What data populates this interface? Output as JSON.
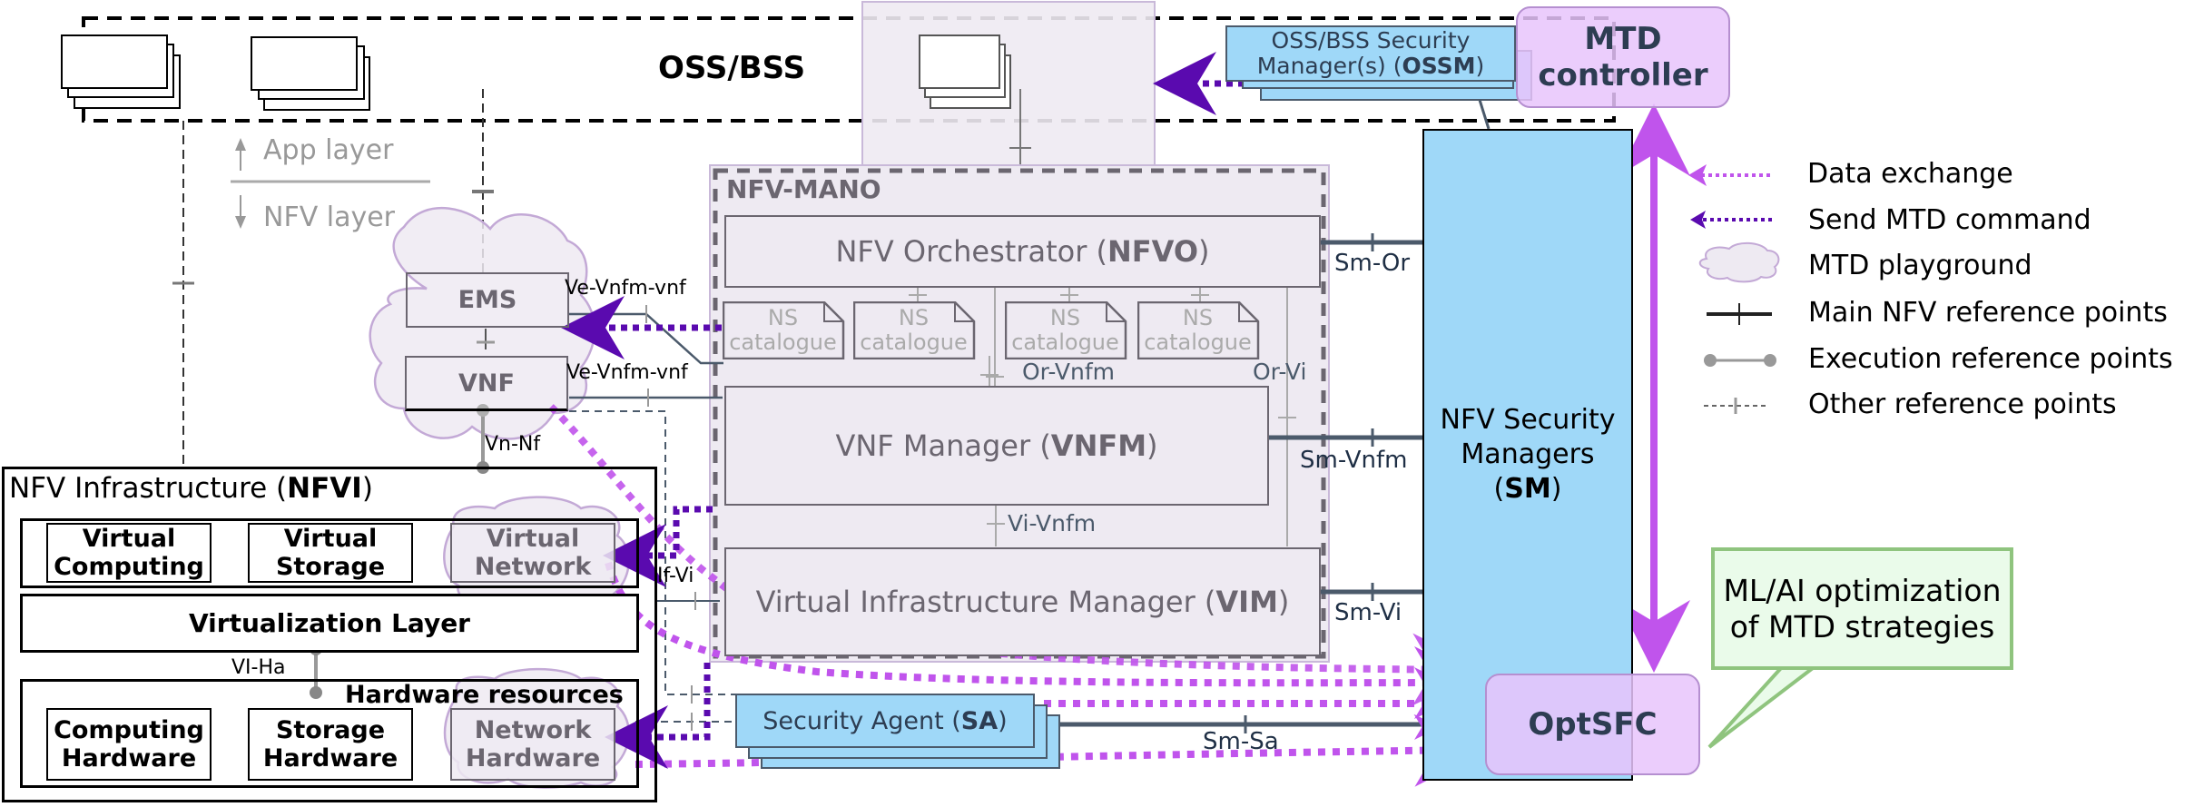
{
  "oss_bss": {
    "title": "OSS/BSS",
    "app_layer_label": "App layer",
    "nfv_layer_label": "NFV layer"
  },
  "ossm": {
    "line1": "OSS/BSS Security",
    "line2_prefix": "Manager(s) (",
    "line2_bold": "OSSM",
    "line2_suffix": ")"
  },
  "mtd_controller": {
    "line1": "MTD",
    "line2": "controller"
  },
  "mano": {
    "title": "NFV-MANO",
    "nfvo_prefix": "NFV Orchestrator (",
    "nfvo_bold": "NFVO",
    "nfvo_suffix": ")",
    "catalogues": [
      {
        "line1": "NS",
        "line2": "catalogue"
      },
      {
        "line1": "NS",
        "line2": "catalogue"
      },
      {
        "line1": "NS",
        "line2": "catalogue"
      },
      {
        "line1": "NS",
        "line2": "catalogue"
      }
    ],
    "vnfm_prefix": "VNF Manager (",
    "vnfm_bold": "VNFM",
    "vnfm_suffix": ")",
    "vim_prefix": "Virtual Infrastructure Manager (",
    "vim_bold": "VIM",
    "vim_suffix": ")"
  },
  "ems": "EMS",
  "vnf": "VNF",
  "reference_points": {
    "ve_vnfm_vnf_1": "Ve-Vnfm-vnf",
    "ve_vnfm_vnf_2": "Ve-Vnfm-vnf",
    "or_vnfm": "Or-Vnfm",
    "or_vi": "Or-Vi",
    "vi_vnfm": "Vi-Vnfm",
    "vn_nf": "Vn-Nf",
    "if_vi": "If-Vi",
    "vi_ha": "VI-Ha",
    "sm_or": "Sm-Or",
    "sm_vnfm": "Sm-Vnfm",
    "sm_vi": "Sm-Vi",
    "sm_sa": "Sm-Sa"
  },
  "nfvi": {
    "title_prefix": "NFV Infrastructure (",
    "title_bold": "NFVI",
    "title_suffix": ")",
    "virtual_computing": [
      "Virtual",
      "Computing"
    ],
    "virtual_storage": [
      "Virtual",
      "Storage"
    ],
    "virtual_network": [
      "Virtual",
      "Network"
    ],
    "virtualization_layer": "Virtualization Layer",
    "hardware_resources": "Hardware resources",
    "computing_hardware": [
      "Computing",
      "Hardware"
    ],
    "storage_hardware": [
      "Storage",
      "Hardware"
    ],
    "network_hardware": [
      "Network",
      "Hardware"
    ]
  },
  "security_agent": {
    "prefix": "Security Agent (",
    "bold": "SA",
    "suffix": ")"
  },
  "security_managers": {
    "line1": "NFV Security",
    "line2": "Managers",
    "line3_prefix": "(",
    "line3_bold": "SM",
    "line3_suffix": ")"
  },
  "optsfc": "OptSFC",
  "callout": {
    "line1": "ML/AI optimization",
    "line2": "of MTD strategies"
  },
  "legend": {
    "items": [
      {
        "icon": "data-exchange-arrow-icon",
        "label": "Data exchange"
      },
      {
        "icon": "send-mtd-command-arrow-icon",
        "label": "Send MTD command"
      },
      {
        "icon": "cloud-icon",
        "label": "MTD playground"
      },
      {
        "icon": "main-reference-point-icon",
        "label": "Main NFV reference points"
      },
      {
        "icon": "execution-reference-point-icon",
        "label": "Execution reference points"
      },
      {
        "icon": "other-reference-point-icon",
        "label": "Other reference points"
      }
    ]
  },
  "colors": {
    "data_exchange": "#c054ec",
    "mtd_command": "#5a0aaf",
    "security_blue": "#9fd8f8",
    "mtd_purple": "#e8c4fb",
    "mano_fill": "#eeeaf2",
    "callout_green": "#eafbea"
  }
}
